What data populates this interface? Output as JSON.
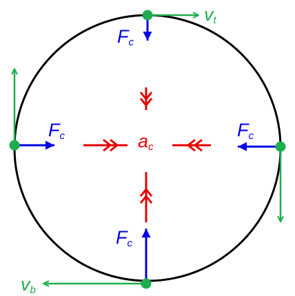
{
  "colors": {
    "circle": "#000000",
    "point": "#1fae4f",
    "velocity": "#1fae4f",
    "force": "#0000e6",
    "acceleration": "#e60000"
  },
  "labels": {
    "force_main": "F",
    "force_sub": "c",
    "acc_main": "a",
    "acc_sub": "c",
    "vt_main": "v",
    "vt_sub": "t",
    "vb_main": "v",
    "vb_sub": "b"
  }
}
